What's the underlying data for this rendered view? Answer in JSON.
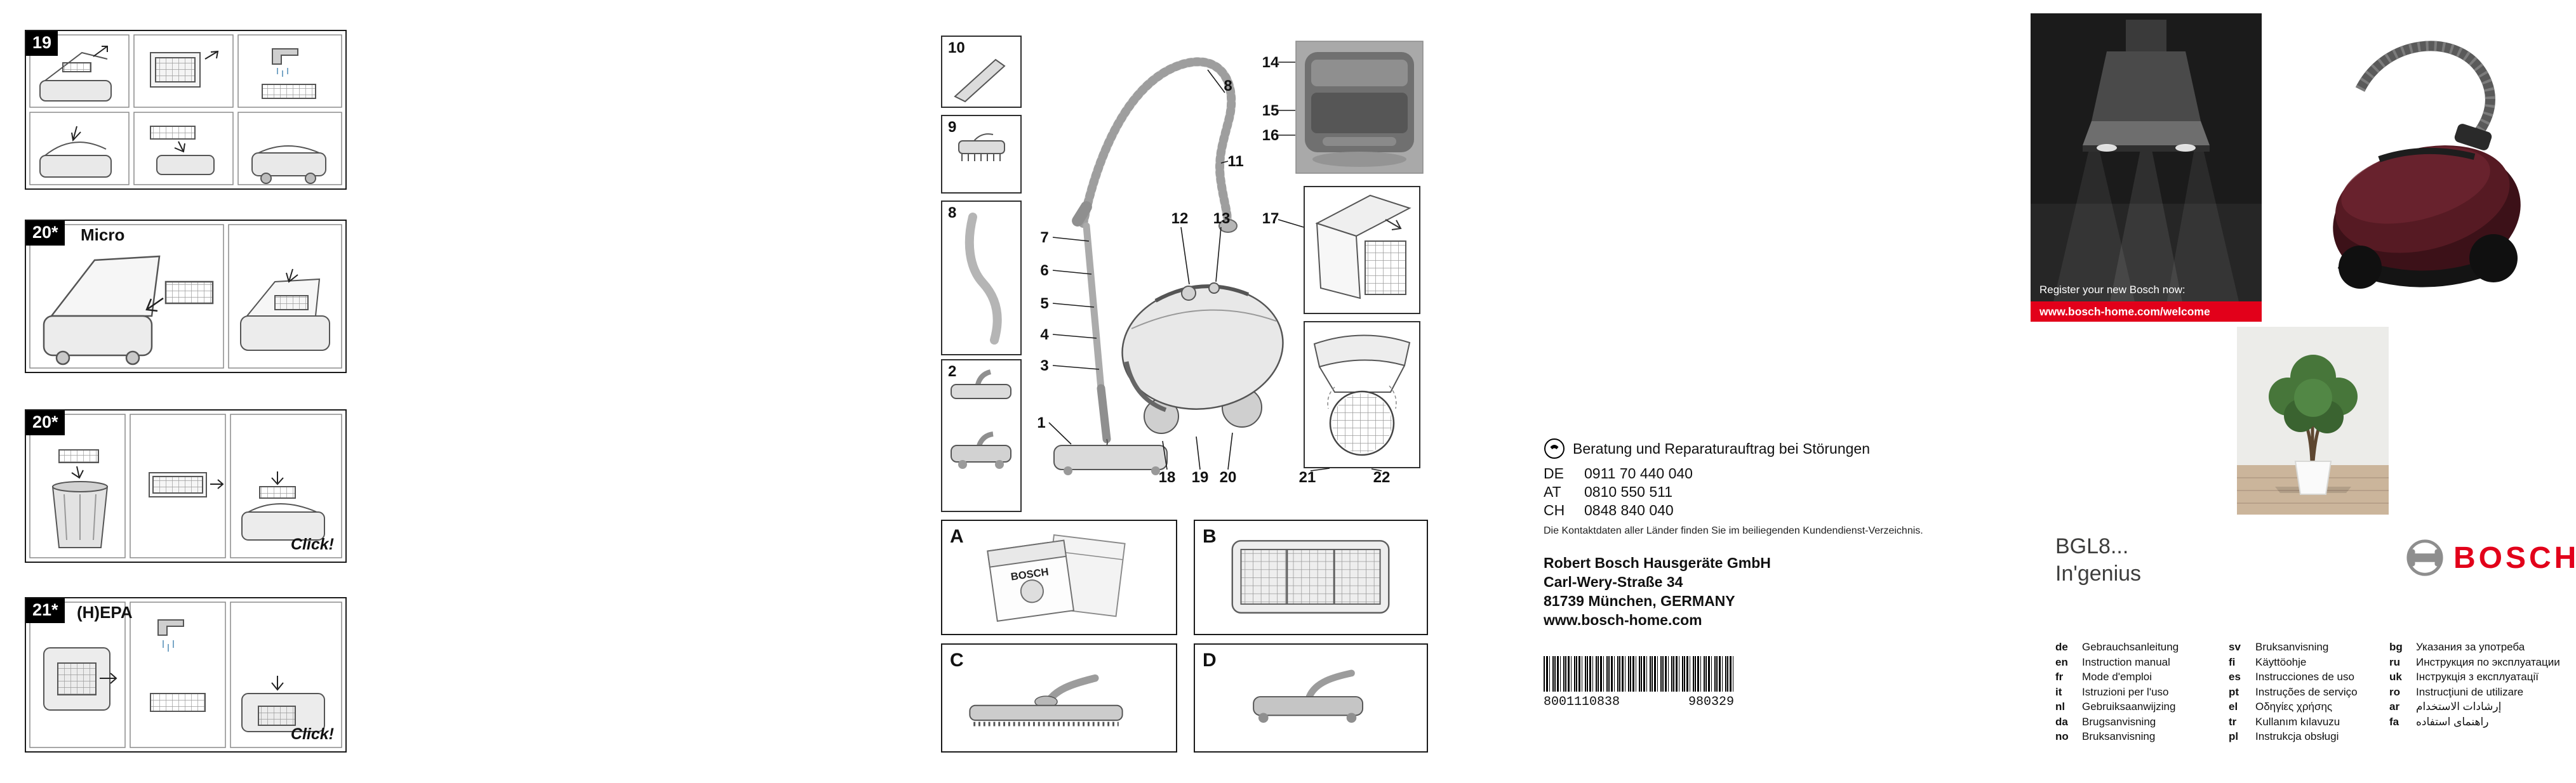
{
  "panels": {
    "p19": {
      "label": "19"
    },
    "p20m": {
      "label": "20*",
      "sub": "Micro"
    },
    "p20": {
      "label": "20*",
      "click": "Click!"
    },
    "p21": {
      "label": "21*",
      "sub": "(H)EPA",
      "click": "Click!"
    }
  },
  "diagram": {
    "boxes": {
      "b10": "10",
      "b9": "9",
      "b8": "8",
      "b2": "2"
    },
    "callouts": {
      "n1": "1",
      "n3": "3",
      "n4": "4",
      "n5": "5",
      "n6": "6",
      "n7": "7",
      "n8": "8",
      "n11": "11",
      "n12": "12",
      "n13": "13",
      "n14": "14",
      "n15": "15",
      "n16": "16",
      "n17": "17",
      "n18": "18",
      "n19": "19",
      "n20": "20",
      "n21": "21",
      "n22": "22"
    },
    "letters": {
      "a": "A",
      "b": "B",
      "c": "C",
      "d": "D"
    },
    "bag_brand": "BOSCH"
  },
  "contact": {
    "heading": "Beratung und Reparaturauftrag bei Störungen",
    "entries": [
      {
        "code": "DE",
        "phone": "0911 70 440 040"
      },
      {
        "code": "AT",
        "phone": "0810 550 511"
      },
      {
        "code": "CH",
        "phone": "0848 840 040"
      }
    ],
    "note": "Die Kontaktdaten aller Länder finden Sie im beiliegenden Kundendienst-Verzeichnis.",
    "address_lines": [
      "Robert Bosch Hausgeräte GmbH",
      "Carl-Wery-Straße 34",
      "81739 München, GERMANY",
      "www.bosch-home.com"
    ],
    "barcode_number_left": "8001110838",
    "barcode_number_right": "980329"
  },
  "languages": {
    "col1": [
      {
        "code": "de",
        "label": "Gebrauchsanleitung"
      },
      {
        "code": "en",
        "label": "Instruction manual"
      },
      {
        "code": "fr",
        "label": "Mode d'emploi"
      },
      {
        "code": "it",
        "label": "Istruzioni per l'uso"
      },
      {
        "code": "nl",
        "label": "Gebruiksaanwijzing"
      },
      {
        "code": "da",
        "label": "Brugsanvisning"
      },
      {
        "code": "no",
        "label": "Bruksanvisning"
      }
    ],
    "col2": [
      {
        "code": "sv",
        "label": "Bruksanvisning"
      },
      {
        "code": "fi",
        "label": "Käyttöohje"
      },
      {
        "code": "es",
        "label": "Instrucciones de uso"
      },
      {
        "code": "pt",
        "label": "Instruções de serviço"
      },
      {
        "code": "el",
        "label": "Οδηγίες χρήσης"
      },
      {
        "code": "tr",
        "label": "Kullanım kılavuzu"
      },
      {
        "code": "pl",
        "label": "Instrukcja obsługi"
      }
    ],
    "col3": [
      {
        "code": "bg",
        "label": "Указания за употреба"
      },
      {
        "code": "ru",
        "label": "Инструкция по эксплуатации"
      },
      {
        "code": "uk",
        "label": "Інструкція з експлуатації"
      },
      {
        "code": "ro",
        "label": "Instrucţiuni de utilizare"
      },
      {
        "code": "ar",
        "label": "إرشادات الاستخدام"
      },
      {
        "code": "fa",
        "label": "راهنمای استفاده"
      }
    ]
  },
  "promo": {
    "line1": "Register your new Bosch now:",
    "line2": "www.bosch-home.com/welcome"
  },
  "product": {
    "model": "BGL8...",
    "name": "In'genius",
    "brand": "BOSCH"
  },
  "colors": {
    "bosch_red": "#e2001a"
  }
}
